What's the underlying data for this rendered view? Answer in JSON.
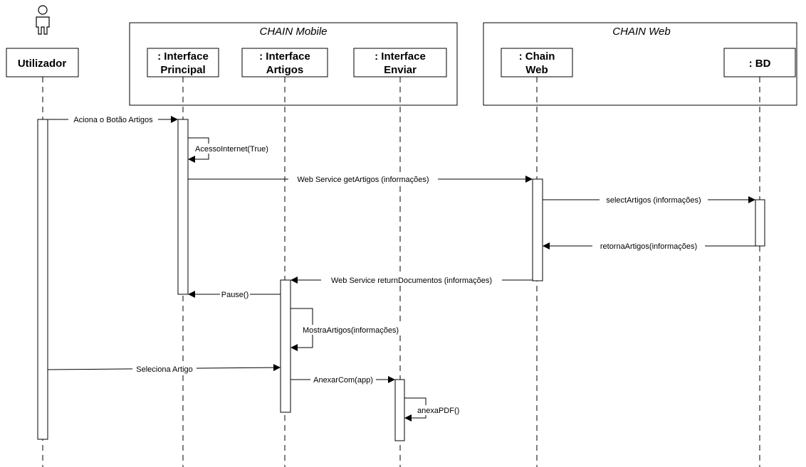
{
  "frames": [
    {
      "id": "mobile",
      "title": "CHAIN Mobile"
    },
    {
      "id": "web",
      "title": "CHAIN Web"
    }
  ],
  "actor": {
    "label": "Utilizador"
  },
  "lifelines": [
    {
      "id": "principal",
      "line1": ": Interface",
      "line2": "Principal"
    },
    {
      "id": "artigos",
      "line1": ": Interface",
      "line2": "Artigos"
    },
    {
      "id": "enviar",
      "line1": ": Interface",
      "line2": "Enviar"
    },
    {
      "id": "chainweb",
      "line1": ": Chain",
      "line2": "Web"
    },
    {
      "id": "bd",
      "line1": ": BD",
      "line2": ""
    }
  ],
  "messages": [
    {
      "id": "m1",
      "label": "Aciona o Botão Artigos",
      "from": "utilizador",
      "to": "principal"
    },
    {
      "id": "m2",
      "label": "AcessoInternet(True)",
      "from": "principal",
      "to": "principal"
    },
    {
      "id": "m3",
      "label": "Web Service getArtigos (informações)",
      "from": "principal",
      "to": "chainweb"
    },
    {
      "id": "m4",
      "label": "selectArtigos (informações)",
      "from": "chainweb",
      "to": "bd"
    },
    {
      "id": "m5",
      "label": "retornaArtigos(informações)",
      "from": "bd",
      "to": "chainweb"
    },
    {
      "id": "m6",
      "label": "Web Service returnDocumentos (informações)",
      "from": "chainweb",
      "to": "artigos"
    },
    {
      "id": "m7",
      "label": "Pause()",
      "from": "artigos",
      "to": "principal"
    },
    {
      "id": "m8",
      "label": "MostraArtigos(informações)",
      "from": "artigos",
      "to": "artigos"
    },
    {
      "id": "m9",
      "label": "Seleciona Artigo",
      "from": "utilizador",
      "to": "artigos"
    },
    {
      "id": "m10",
      "label": "AnexarCom(app)",
      "from": "artigos",
      "to": "enviar"
    },
    {
      "id": "m11",
      "label": "anexaPDF()",
      "from": "enviar",
      "to": "enviar"
    }
  ]
}
